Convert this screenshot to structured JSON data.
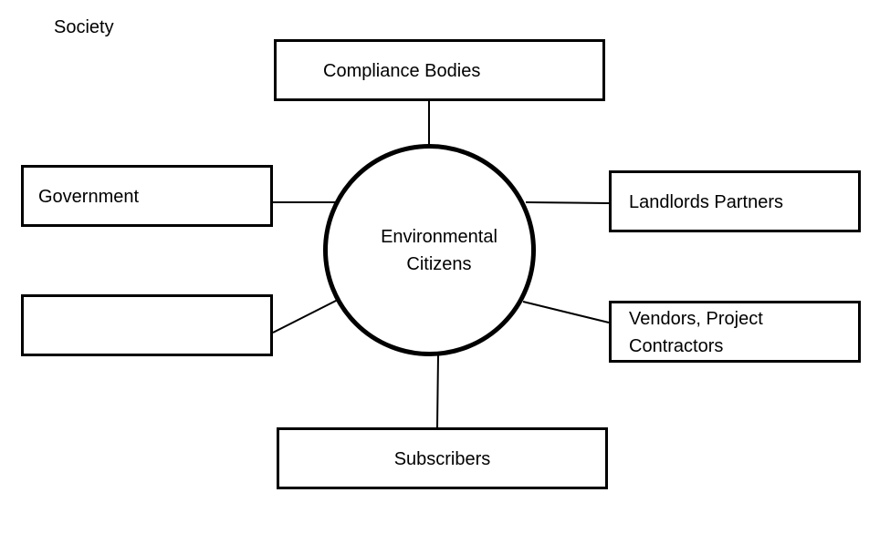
{
  "diagram": {
    "corner_label": "Society",
    "center": "Environmental Citizens",
    "nodes": {
      "compliance": "Compliance Bodies",
      "government": "Government",
      "empty": "",
      "landlords": "Landlords Partners",
      "vendors": "Vendors, Project Contractors",
      "subscribers": "Subscribers"
    }
  }
}
